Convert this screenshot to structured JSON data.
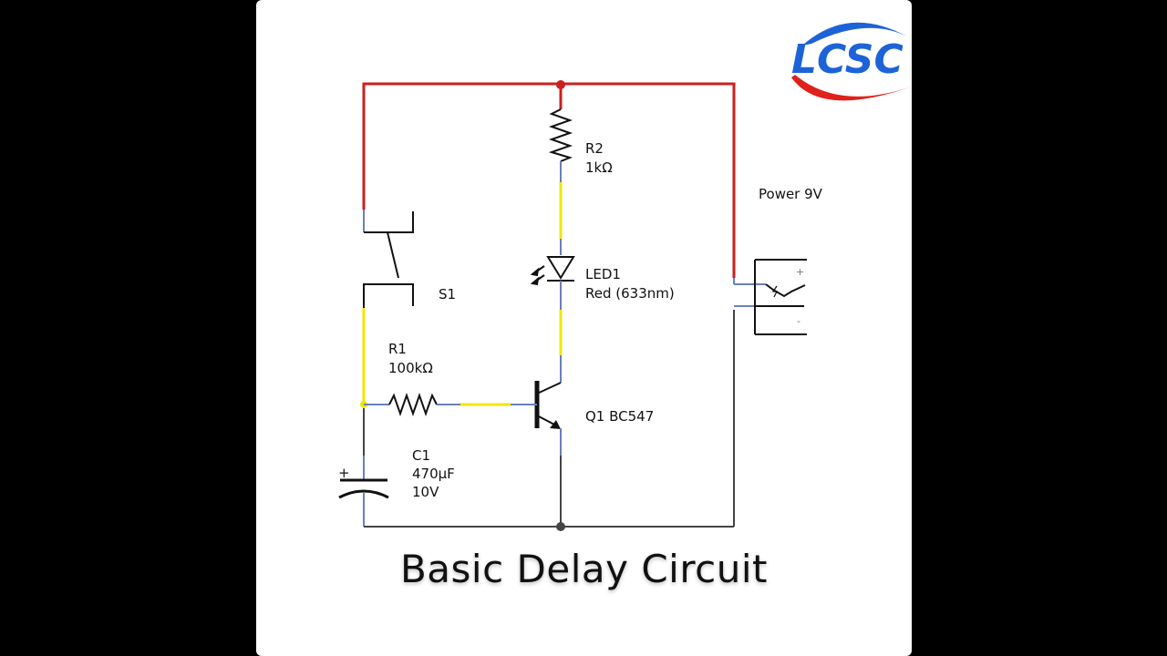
{
  "logo": {
    "text": "LCSC",
    "colors": {
      "text": "#1d63d8",
      "swoosh_top": "#1d63d8",
      "swoosh_bottom": "#e0201a"
    }
  },
  "components": {
    "r2": {
      "name": "R2",
      "value": "1kΩ"
    },
    "led1": {
      "name": "LED1",
      "value": "Red (633nm)"
    },
    "s1": {
      "name": "S1"
    },
    "r1": {
      "name": "R1",
      "value": "100kΩ"
    },
    "q1": {
      "name": "Q1 BC547"
    },
    "c1": {
      "name": "C1",
      "value": "470µF",
      "voltage": "10V",
      "polarity": "+"
    },
    "power": {
      "label": "Power 9V",
      "plus": "+",
      "minus": "-"
    }
  },
  "wire_colors": {
    "positive": "#cc1f1f",
    "signal": "#f2e600",
    "ground": "#444444",
    "pin": "#6a7fbf"
  },
  "caption": "Basic Delay Circuit"
}
